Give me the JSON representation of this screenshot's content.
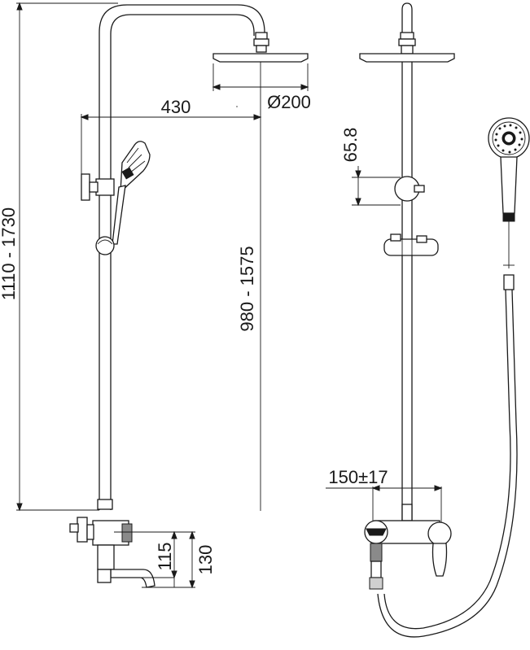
{
  "dimensions": {
    "total_height": "1110  -  1730",
    "arm_length": "430",
    "rail_height": "980  -  1575",
    "head_diameter": "Ø200",
    "spout_height": "115",
    "spout_total": "130",
    "bracket_offset": "65.8",
    "inlet_spacing": "150±17"
  },
  "colors": {
    "line": "#1a1a1a",
    "background": "#ffffff",
    "chrome_shade": "#8a8a8a"
  }
}
